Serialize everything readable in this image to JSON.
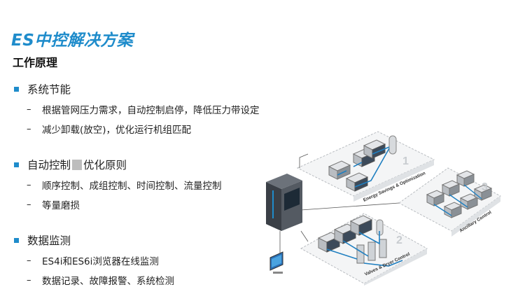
{
  "header": {
    "title": "ES中控解决方案",
    "subtitle": "工作原理"
  },
  "sections": [
    {
      "label": "系统节能",
      "items": [
        "根据管网压力需求，自动控制启停，降低压力带设定",
        "减少卸载(放空)，优化运行机组匹配"
      ]
    },
    {
      "label_before": "自动控制",
      "label_after": "优化原则",
      "items": [
        "顺序控制、成组控制、时间控制、流量控制",
        "等量磨损"
      ]
    },
    {
      "label": "数据监测",
      "items": [
        "ES4i和ES6i浏览器在线监测",
        "数据记录、故障报警、系统检测"
      ]
    }
  ],
  "diagram": {
    "zone_labels": [
      "Energy Savings & Optimization",
      "Ancillary Control",
      "Valves & Dryer Control"
    ],
    "zone_numbers": [
      "1",
      "2",
      "3"
    ],
    "colors": {
      "accent": "#1f8ccb",
      "pipe": "#1f7fc0"
    }
  }
}
